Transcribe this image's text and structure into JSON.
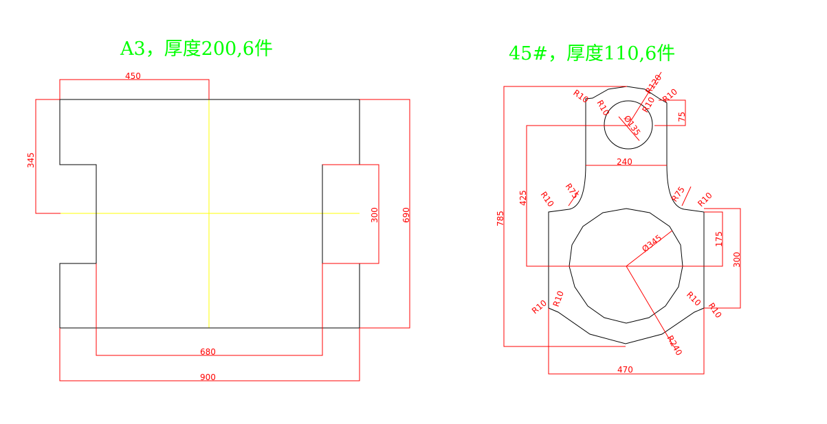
{
  "colors": {
    "outline": "#000000",
    "dimension": "#ff0000",
    "centerline": "#ffff00",
    "title": "#00ff00",
    "background": "#ffffff"
  },
  "part1": {
    "title": "A3，厚度200,6件",
    "dims": {
      "top_width": "450",
      "left_height": "345",
      "notch_height": "300",
      "total_height": "690",
      "inner_width": "680",
      "total_width": "900"
    }
  },
  "part2": {
    "title": "45#，厚度110,6件",
    "dims": {
      "r10_a": "R10",
      "r10_b": "R10",
      "r120": "R120",
      "r10_c": "R10",
      "r10_d": "R10",
      "d35": "Ø135",
      "d75": "75",
      "neck_width": "240",
      "h425": "425",
      "r75_left": "R75",
      "r10_left": "R10",
      "r75_right": "R75",
      "r10_right": "R10",
      "h785": "785",
      "d345": "Ø345",
      "h175": "175",
      "h300": "300",
      "r10_bl1": "R10",
      "r10_bl2": "R10",
      "r10_br1": "R10",
      "r10_br2": "R10",
      "r240": "R240",
      "bottom_width": "470"
    }
  }
}
